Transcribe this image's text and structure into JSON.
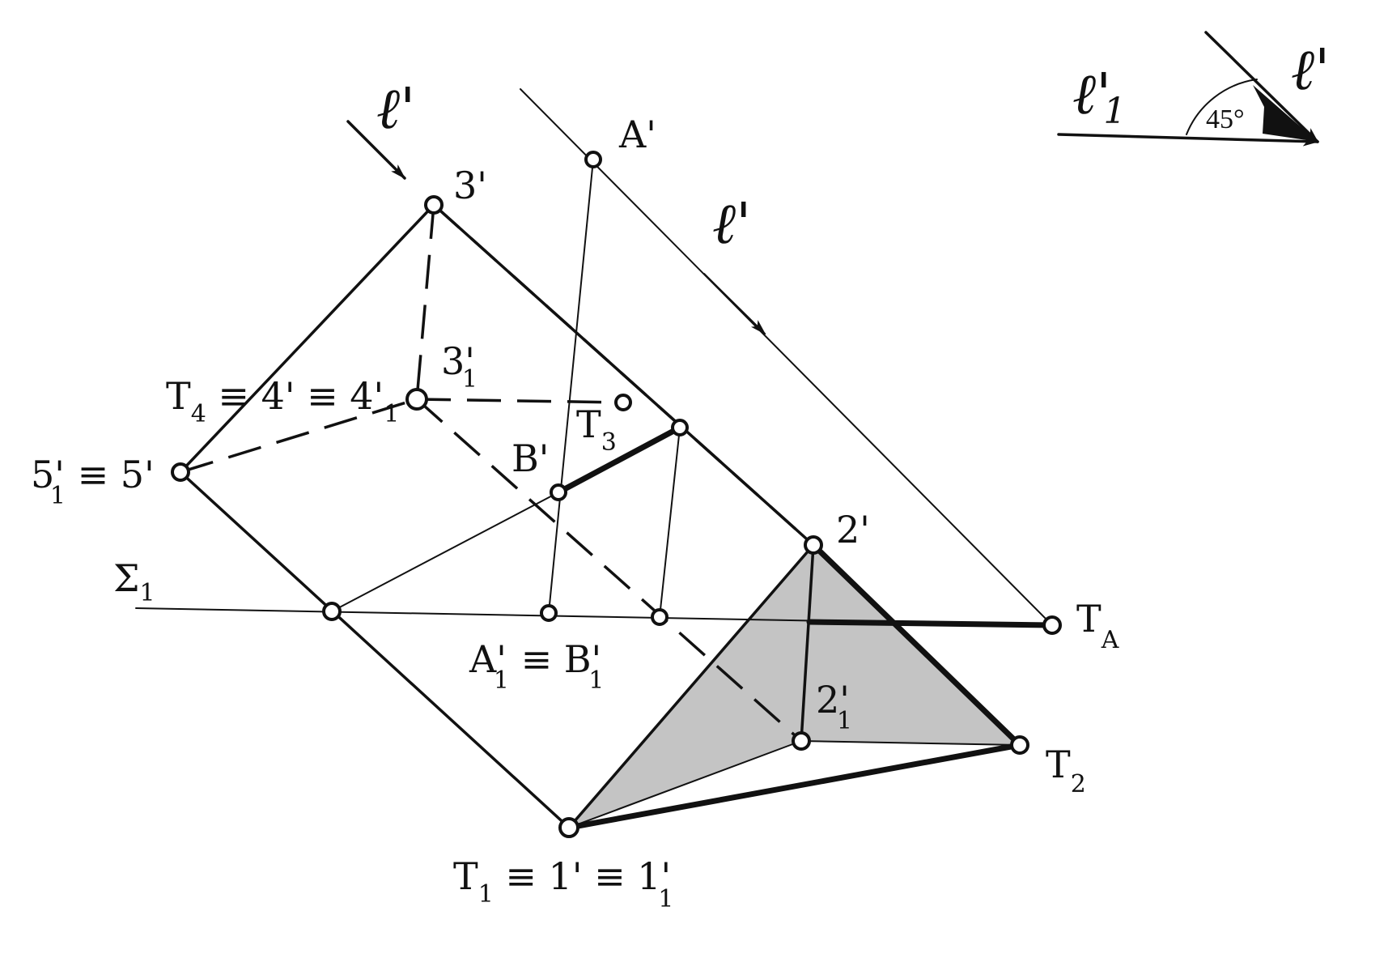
{
  "colors": {
    "ink": "#111111",
    "shade_light": "#dcdcdc",
    "shade_dark": "#c4c4c4",
    "background": "#ffffff"
  },
  "labels": {
    "A": {
      "main": "A'"
    },
    "p3": {
      "main": "3'"
    },
    "p3_1": {
      "main": "3'",
      "sub": "1"
    },
    "T4": {
      "t": "T",
      "t_sub": "4",
      "rest": " ≡ 4' ≡ 4'",
      "rest_sub": "1"
    },
    "p5": {
      "main": "5'",
      "sub": "1",
      "rest": " ≡ 5'"
    },
    "T3": {
      "main": "T",
      "sub": "3"
    },
    "B": {
      "main": "B'"
    },
    "p2": {
      "main": "2'"
    },
    "sigma": {
      "main": "Σ",
      "sub": "1"
    },
    "TA": {
      "main": "T",
      "sub": "A"
    },
    "A1B1": {
      "a": "A'",
      "a_sub": "1",
      "mid": " ≡ B'",
      "b_sub": "1"
    },
    "p2_1": {
      "main": "2'",
      "sub": "1"
    },
    "T2": {
      "main": "T",
      "sub": "2"
    },
    "T1": {
      "t": "T",
      "t_sub": "1",
      "mid": " ≡ 1' ≡ 1'",
      "end_sub": "1"
    }
  },
  "direction": {
    "l_small": "ℓ'",
    "l_large": "ℓ'",
    "legend_l1": "ℓ'",
    "legend_l1_sub": "1",
    "legend_l": "ℓ'",
    "angle": "45°"
  }
}
